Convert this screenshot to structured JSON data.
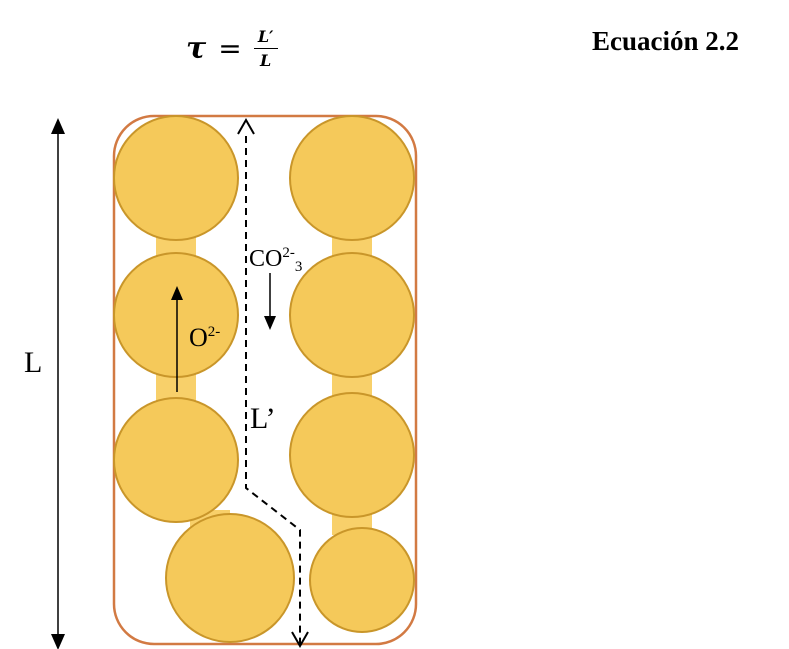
{
  "equation": {
    "lhs": "τ",
    "equals": "=",
    "numerator": "L′",
    "denominator": "L",
    "label": "Ecuación 2.2"
  },
  "figure": {
    "label_L": "L",
    "label_L_prime": "L’",
    "ion_oxide": "O",
    "ion_oxide_charge": "2-",
    "ion_carbonate": "CO",
    "ion_carbonate_charge": "2-",
    "ion_carbonate_subscript": "3",
    "particle_fill": "#f5c95a",
    "particle_stroke": "#c9962a",
    "frame_stroke": "#d27a43"
  }
}
